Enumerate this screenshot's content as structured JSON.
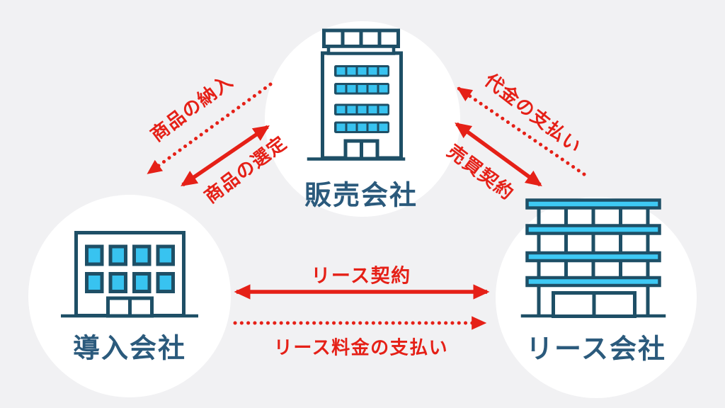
{
  "diagram": {
    "title_hint": "lease-scheme-diagram",
    "nodes": [
      {
        "id": "sales-company",
        "label": "販売会社",
        "icon": "office-building-icon"
      },
      {
        "id": "adopter-company",
        "label": "導入会社",
        "icon": "office-building-icon"
      },
      {
        "id": "lease-company",
        "label": "リース会社",
        "icon": "office-building-icon"
      }
    ],
    "edges": [
      {
        "id": "goods-delivery",
        "label": "商品の納入",
        "style": "dotted",
        "from": "sales-company",
        "to": "adopter-company",
        "heads": "single"
      },
      {
        "id": "goods-selection",
        "label": "商品の選定",
        "style": "solid",
        "from": "adopter-company",
        "to": "sales-company",
        "heads": "double"
      },
      {
        "id": "price-payment",
        "label": "代金の支払い",
        "style": "dotted",
        "from": "lease-company",
        "to": "sales-company",
        "heads": "single"
      },
      {
        "id": "sales-contract",
        "label": "売買契約",
        "style": "solid",
        "from": "sales-company",
        "to": "lease-company",
        "heads": "double"
      },
      {
        "id": "lease-contract",
        "label": "リース契約",
        "style": "solid",
        "from": "adopter-company",
        "to": "lease-company",
        "heads": "double"
      },
      {
        "id": "lease-fee-payment",
        "label": "リース料金の支払い",
        "style": "dotted",
        "from": "adopter-company",
        "to": "lease-company",
        "heads": "single"
      }
    ]
  },
  "colors": {
    "arrow": "#e52017",
    "outline": "#1e4f66",
    "window": "#38c3f0",
    "slab": "#3ec9f4",
    "label": "#2b5a7c",
    "bg": "#f1f1f3",
    "circle": "#ffffff"
  }
}
